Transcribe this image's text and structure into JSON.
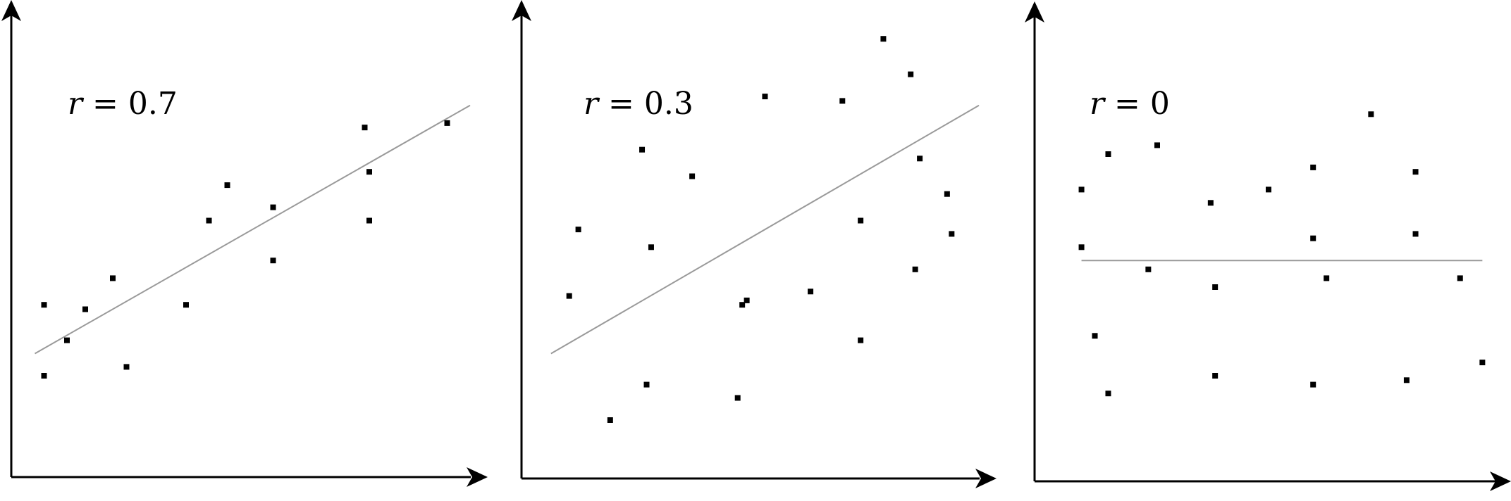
{
  "colors": {
    "axis": "#000000",
    "points": "#000000",
    "trend": "#9a9a9a",
    "background": "#ffffff"
  },
  "chart_data": [
    {
      "type": "scatter",
      "annotation": {
        "var": "r",
        "rest": " = 0.7"
      },
      "xlim": [
        0,
        100
      ],
      "ylim": [
        0,
        100
      ],
      "trendline": [
        [
          3,
          25
        ],
        [
          98,
          81
        ]
      ],
      "points": [
        [
          5,
          36
        ],
        [
          5,
          20
        ],
        [
          10,
          28
        ],
        [
          14,
          35
        ],
        [
          20,
          42
        ],
        [
          23,
          22
        ],
        [
          36,
          36
        ],
        [
          41,
          55
        ],
        [
          45,
          63
        ],
        [
          55,
          58
        ],
        [
          55,
          46
        ],
        [
          75,
          76
        ],
        [
          76,
          66
        ],
        [
          76,
          55
        ],
        [
          93,
          77
        ]
      ]
    },
    {
      "type": "scatter",
      "annotation": {
        "var": "r",
        "rest": " = 0.3"
      },
      "xlim": [
        0,
        100
      ],
      "ylim": [
        0,
        100
      ],
      "trendline": [
        [
          4,
          25
        ],
        [
          98,
          81
        ]
      ],
      "points": [
        [
          8,
          38
        ],
        [
          10,
          53
        ],
        [
          24,
          71
        ],
        [
          25,
          18
        ],
        [
          26,
          49
        ],
        [
          35,
          65
        ],
        [
          17,
          10
        ],
        [
          46,
          36
        ],
        [
          47,
          37
        ],
        [
          51,
          83
        ],
        [
          61,
          39
        ],
        [
          68,
          82
        ],
        [
          72,
          55
        ],
        [
          72,
          28
        ],
        [
          77,
          96
        ],
        [
          83,
          88
        ],
        [
          84,
          44
        ],
        [
          85,
          69
        ],
        [
          91,
          61
        ],
        [
          92,
          52
        ],
        [
          45,
          15
        ]
      ]
    },
    {
      "type": "scatter",
      "annotation": {
        "var": "r",
        "rest": " = 0"
      },
      "xlim": [
        0,
        100
      ],
      "ylim": [
        0,
        100
      ],
      "trendline": [
        [
          8,
          46
        ],
        [
          98,
          46
        ]
      ],
      "points": [
        [
          8,
          62
        ],
        [
          8,
          49
        ],
        [
          14,
          70
        ],
        [
          25,
          72
        ],
        [
          11,
          29
        ],
        [
          14,
          16
        ],
        [
          23,
          44
        ],
        [
          37,
          59
        ],
        [
          38,
          40
        ],
        [
          38,
          20
        ],
        [
          50,
          62
        ],
        [
          60,
          67
        ],
        [
          60,
          51
        ],
        [
          63,
          42
        ],
        [
          60,
          18
        ],
        [
          73,
          79
        ],
        [
          83,
          66
        ],
        [
          83,
          52
        ],
        [
          81,
          19
        ],
        [
          93,
          42
        ],
        [
          98,
          23
        ]
      ]
    }
  ]
}
